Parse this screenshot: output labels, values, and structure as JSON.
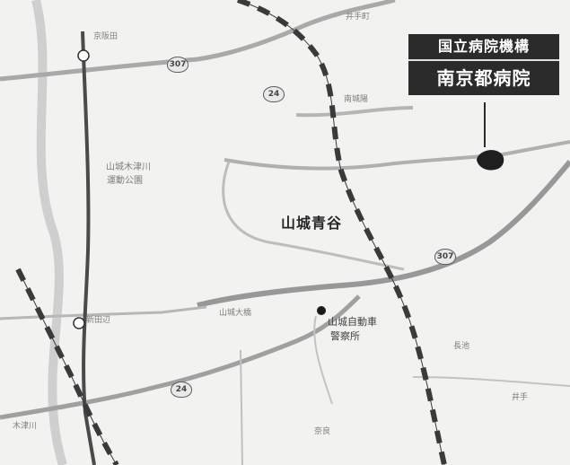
{
  "callout": {
    "line1": "国立病院機構",
    "line2": "南京都病院"
  },
  "labels": {
    "park_line1": "山城木津川",
    "park_line2": "運動公園",
    "area_main": "山城青谷",
    "police_line1": "山城自動車",
    "police_line2": "警察所",
    "district_center": "山城大橋",
    "station_mid": "新田辺",
    "station_top": "京阪田",
    "top_right_place": "井手町",
    "road_label_east": "南城陽",
    "bottom_place": "奈良",
    "right_place": "長池",
    "lower_right_place": "井手",
    "lower_left_place": "木津川"
  },
  "route_shields": [
    "307",
    "24",
    "307",
    "24"
  ],
  "colors": {
    "callout_bg": "#2b2b2b",
    "callout_text": "#ffffff",
    "road": "#9a9a9a",
    "railway": "#3a3a3a",
    "river": "#c6c6c6"
  }
}
